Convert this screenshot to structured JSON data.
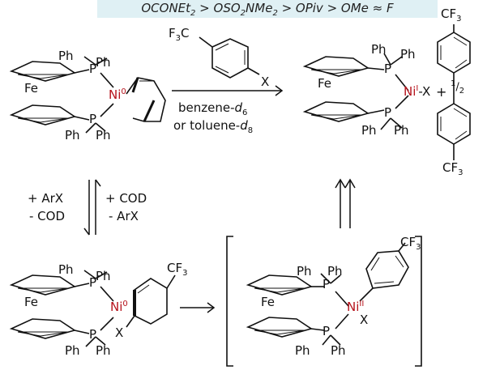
{
  "banner": {
    "parts": [
      "OCONEt",
      "2",
      " > OSO",
      "2",
      "NMe",
      "2",
      " > OPiv > OMe ≈ F"
    ]
  },
  "labels": {
    "ph": "Ph",
    "p": "P",
    "fe": "Fe",
    "ni": "Ni",
    "x": "X",
    "cf3_cf": "CF",
    "cf3_3": "3",
    "f3": "F",
    "f3_sub": "3",
    "f3_c": "C",
    "ox0": "0",
    "oxI": "I",
    "oxII": "II",
    "dash_x": "-X"
  },
  "reaction": {
    "solvent1": "benzene-",
    "d6": "d",
    "d6_sub": "6",
    "or": "or toluene-",
    "d8": "d",
    "d8_sub": "8",
    "plus": "+",
    "half_num": "1",
    "half_den": "2",
    "add_arx": "+ ArX",
    "minus_cod": "- COD",
    "add_cod": "+ COD",
    "minus_arx": "- ArX"
  }
}
